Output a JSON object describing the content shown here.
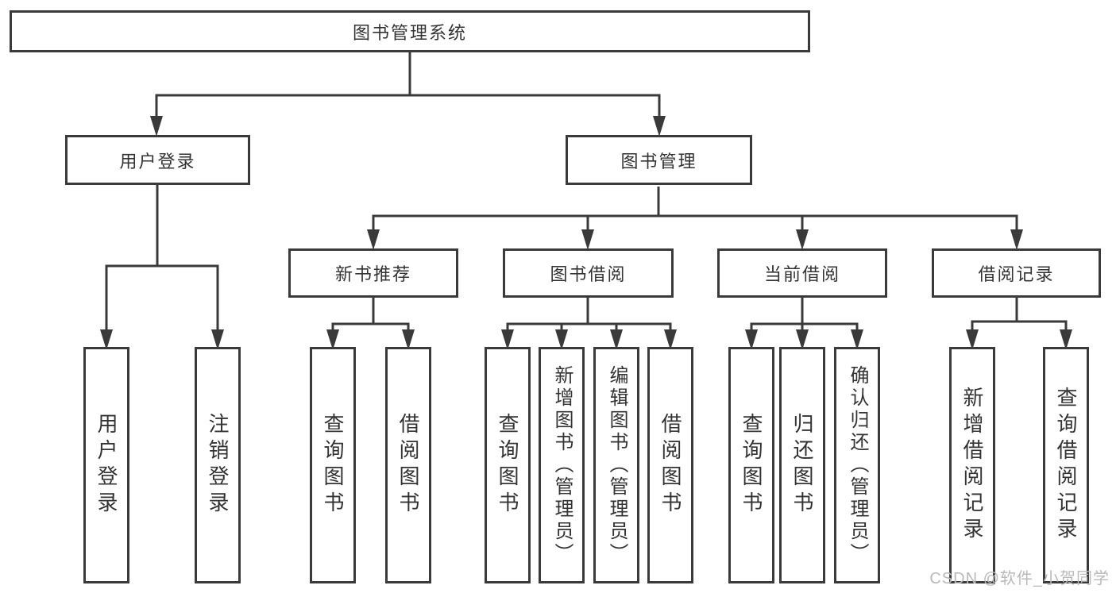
{
  "diagram": {
    "root": {
      "label": "图书管理系统"
    },
    "level2": {
      "user_login": {
        "label": "用户登录"
      },
      "book_mgmt": {
        "label": "图书管理"
      }
    },
    "level3": {
      "new_books": {
        "label": "新书推荐"
      },
      "book_borrow": {
        "label": "图书借阅"
      },
      "current_borrow": {
        "label": "当前借阅"
      },
      "borrow_records": {
        "label": "借阅记录"
      }
    },
    "leaves": {
      "a1": {
        "label": "用户登录"
      },
      "a2": {
        "label": "注销登录"
      },
      "b1": {
        "label": "查询图书"
      },
      "b2": {
        "label": "借阅图书"
      },
      "c1": {
        "label": "查询图书"
      },
      "c2": {
        "label": "新增图书（管理员）"
      },
      "c3": {
        "label": "编辑图书（管理员）"
      },
      "c4": {
        "label": "借阅图书"
      },
      "d1": {
        "label": "查询图书"
      },
      "d2": {
        "label": "归还图书"
      },
      "d3": {
        "label": "确认归还（管理员）"
      },
      "e1": {
        "label": "新增借阅记录"
      },
      "e2": {
        "label": "查询借阅记录"
      }
    }
  },
  "watermark": "CSDN @软件_小贺同学",
  "colors": {
    "line": "#3a3a3a",
    "text": "#333333",
    "background": "#ffffff",
    "watermark": "#b9b9b9"
  }
}
